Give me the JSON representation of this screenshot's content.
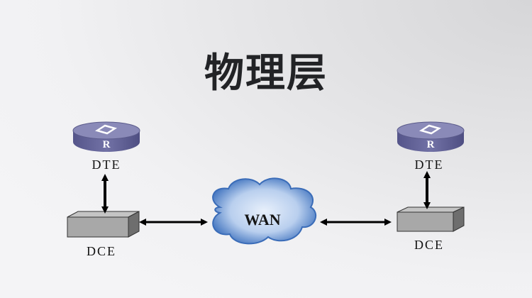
{
  "title": "物理层",
  "diagram": {
    "left": {
      "dte_label": "DTE",
      "dte_device": "router-icon",
      "dte_glyph": "R",
      "dce_label": "DCE",
      "dce_device": "modem-box"
    },
    "right": {
      "dte_label": "DTE",
      "dte_device": "router-icon",
      "dte_glyph": "R",
      "dce_label": "DCE",
      "dce_device": "modem-box"
    },
    "cloud": {
      "label": "WAN"
    },
    "colors": {
      "router": "#67679a",
      "box": "#a8a8a8",
      "cloud": "#4a80c8",
      "arrow": "#000000"
    }
  }
}
